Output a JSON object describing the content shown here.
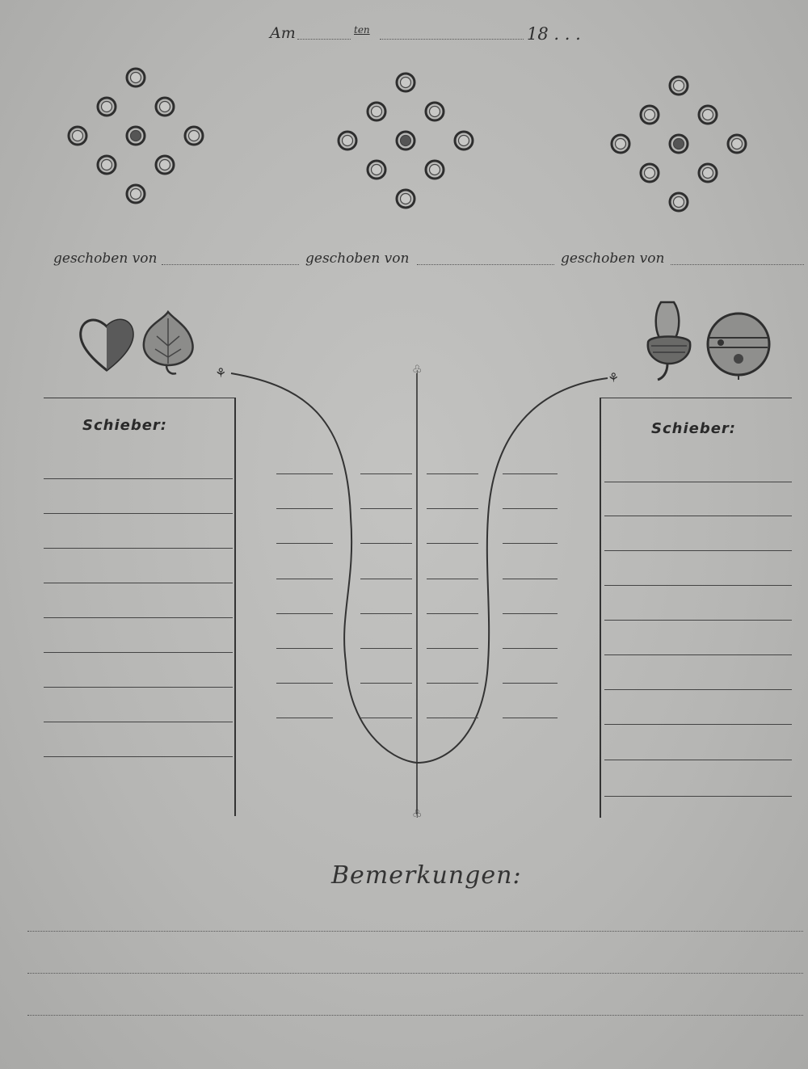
{
  "header": {
    "am": "Am",
    "ten": "ten",
    "year": "18 . . ."
  },
  "pushed_by": [
    "geschoben von",
    "geschoben von",
    "geschoben von"
  ],
  "left_panel": {
    "title": "Schieber:"
  },
  "right_panel": {
    "title": "Schieber:"
  },
  "remarks": {
    "title": "Bemerkungen:"
  },
  "icons": {
    "left": [
      "heart-suit-icon",
      "leaf-suit-icon"
    ],
    "right": [
      "acorn-suit-icon",
      "bell-suit-icon"
    ]
  },
  "colors": {
    "paper": "#b9b9b7",
    "ink": "#2c2c2c"
  }
}
